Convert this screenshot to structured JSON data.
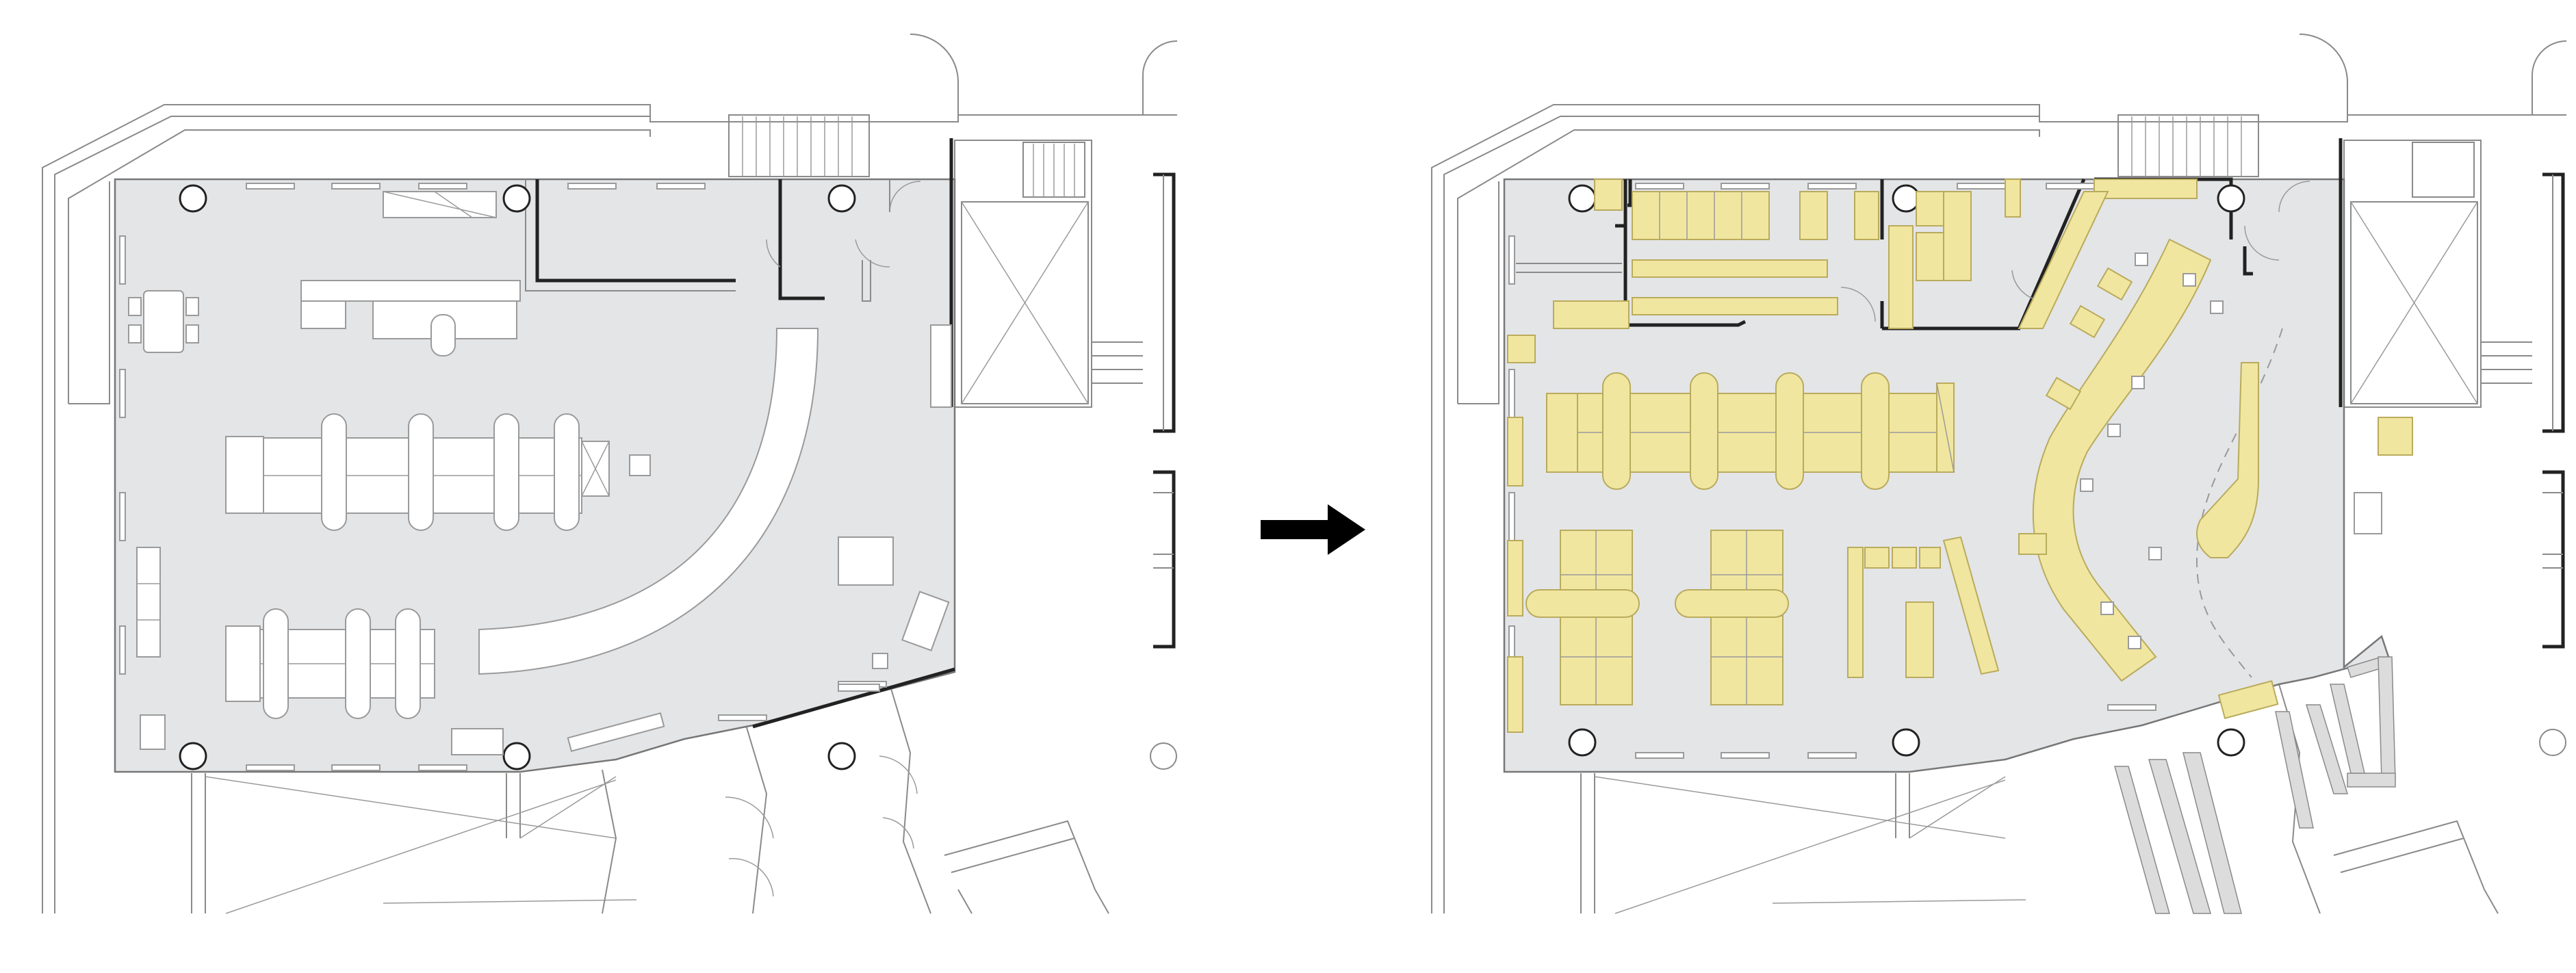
{
  "diagram": {
    "panels": [
      {
        "id": "before",
        "state": "existing-layout"
      },
      {
        "id": "after",
        "state": "proposed-layout"
      }
    ],
    "transition_icon": "arrow-right-icon",
    "colors": {
      "floor_fill": "#e4e5e7",
      "furniture_new": "#f1e6a0",
      "furniture_new_stroke": "#b9ab5c",
      "furniture_existing": "#ffffff",
      "walls": "#222222",
      "linework": "#8a8a8a"
    }
  }
}
